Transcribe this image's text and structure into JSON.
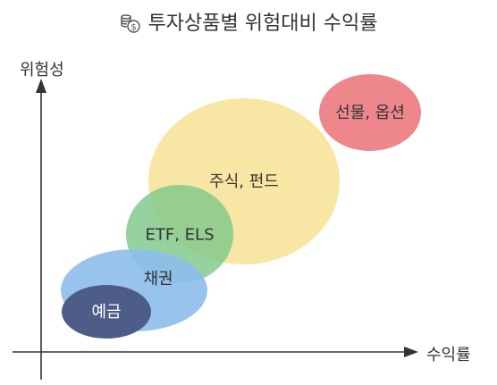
{
  "title": "투자상품별 위험대비 수익률",
  "title_icon": "coins-icon",
  "axes": {
    "y_label": "위험성",
    "x_label": "수익률"
  },
  "bubbles": [
    {
      "name": "futures-options",
      "label": "선물, 옵션",
      "color": "#EC7A7E",
      "label_color": "#333333"
    },
    {
      "name": "stocks-funds",
      "label": "주식, 펀드",
      "color": "#F7E39A",
      "label_color": "#333333"
    },
    {
      "name": "etf-els",
      "label": "ETF, ELS",
      "color": "#7FC88A",
      "label_color": "#333333"
    },
    {
      "name": "bonds",
      "label": "채권",
      "color": "#8DBCEB",
      "label_color": "#333333"
    },
    {
      "name": "deposit",
      "label": "예금",
      "color": "#4E5C88",
      "label_color": "#ffffff"
    }
  ]
}
